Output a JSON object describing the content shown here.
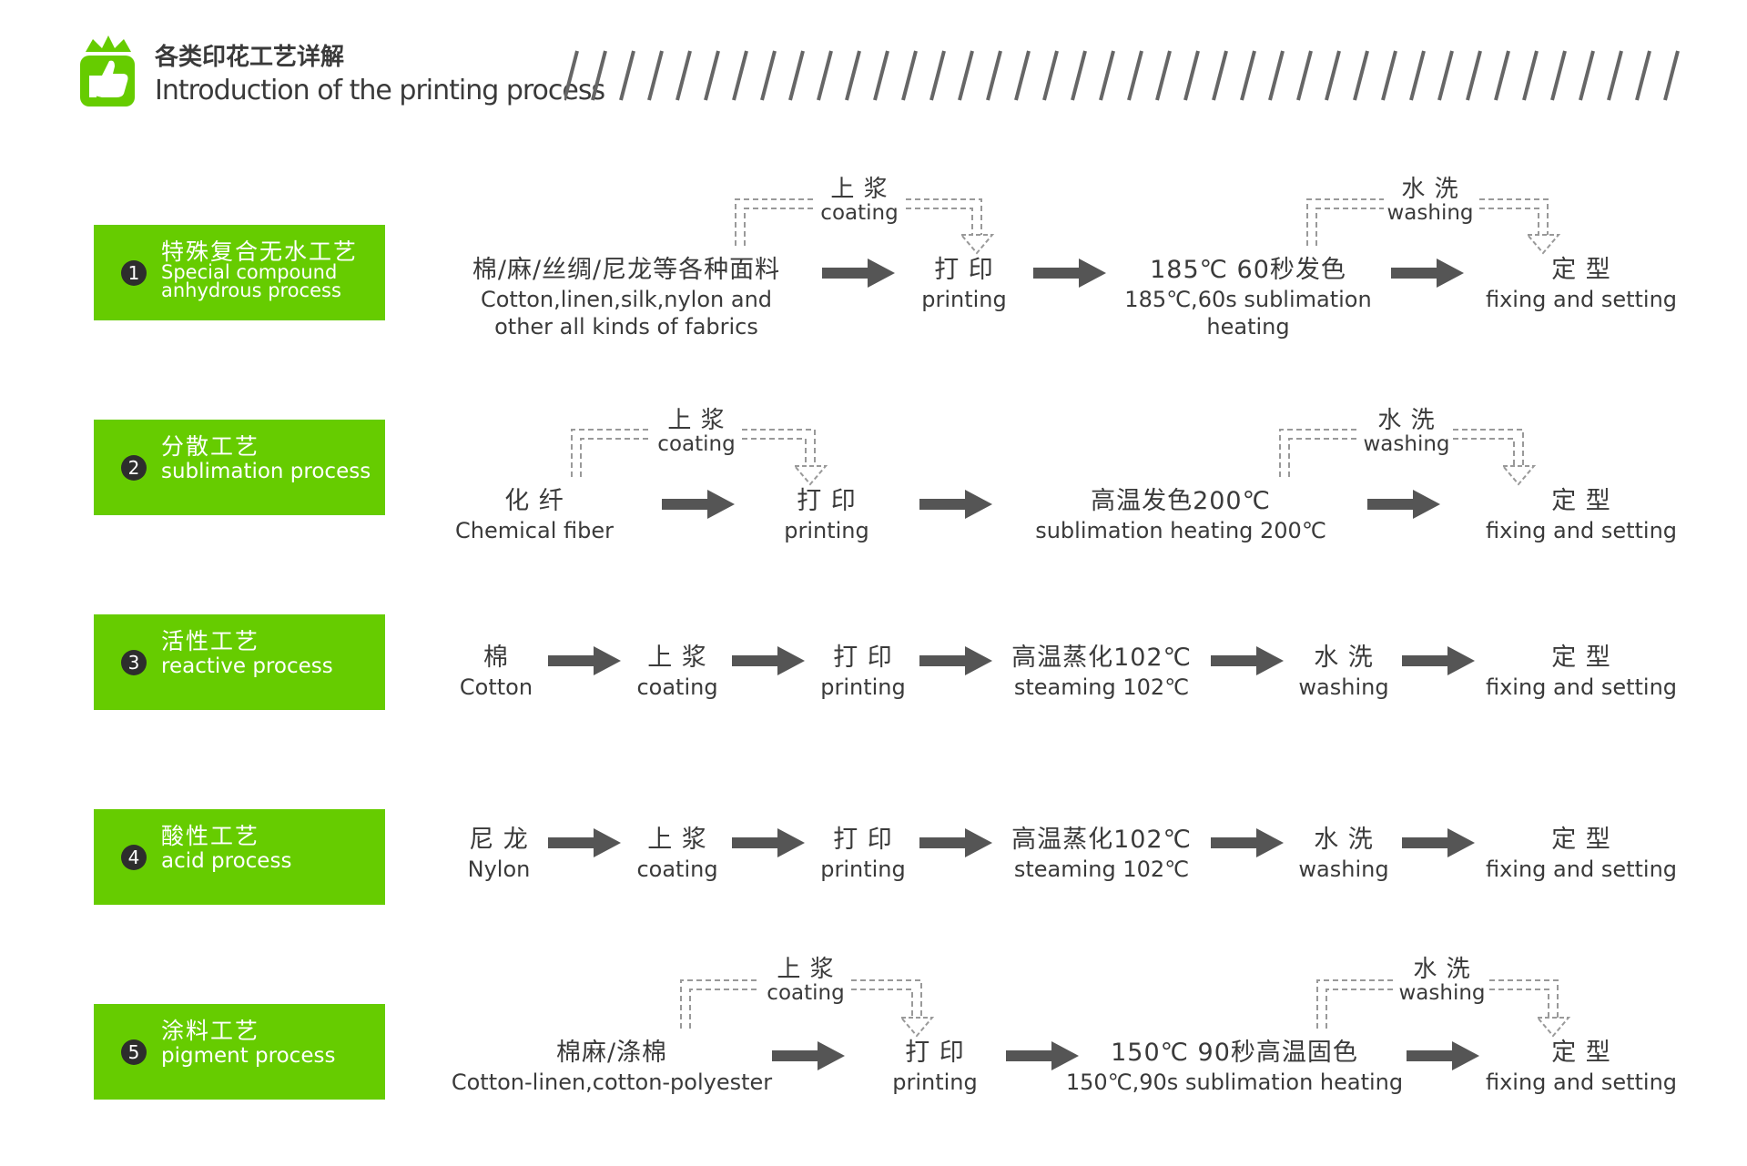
{
  "header": {
    "title_cn": "各类印花工艺详解",
    "title_en": "Introduction of the printing process",
    "icon": "thumbs-up-crown-icon",
    "accent": "#66cc00"
  },
  "processes": [
    {
      "num": "1",
      "label_cn": "特殊复合无水工艺",
      "label_en_1": "Special compound",
      "label_en_2": "anhydrous process",
      "steps": [
        {
          "cn": "棉/麻/丝绸/尼龙等各种面料",
          "en1": "Cotton,linen,silk,nylon and",
          "en2": "other all kinds of fabrics"
        },
        {
          "cn": "打  印",
          "en1": "printing"
        },
        {
          "cn": "185℃ 60秒发色",
          "en1": "185℃,60s sublimation",
          "en2": "heating"
        },
        {
          "cn": "定  型",
          "en1": "fixing and setting"
        }
      ],
      "side_steps": [
        {
          "cn": "上  浆",
          "en": "coating"
        },
        {
          "cn": "水  洗",
          "en": "washing"
        }
      ]
    },
    {
      "num": "2",
      "label_cn": "分散工艺",
      "label_en": "sublimation process",
      "steps": [
        {
          "cn": "化  纤",
          "en1": "Chemical fiber"
        },
        {
          "cn": "打  印",
          "en1": "printing"
        },
        {
          "cn": "高温发色200℃",
          "en1": "sublimation heating 200℃"
        },
        {
          "cn": "定  型",
          "en1": "fixing and setting"
        }
      ],
      "side_steps": [
        {
          "cn": "上  浆",
          "en": "coating"
        },
        {
          "cn": "水  洗",
          "en": "washing"
        }
      ]
    },
    {
      "num": "3",
      "label_cn": "活性工艺",
      "label_en": "reactive process",
      "steps": [
        {
          "cn": "棉",
          "en1": "Cotton"
        },
        {
          "cn": "上  浆",
          "en1": "coating"
        },
        {
          "cn": "打  印",
          "en1": "printing"
        },
        {
          "cn": "高温蒸化102℃",
          "en1": "steaming 102℃"
        },
        {
          "cn": "水  洗",
          "en1": "washing"
        },
        {
          "cn": "定  型",
          "en1": "fixing and setting"
        }
      ]
    },
    {
      "num": "4",
      "label_cn": "酸性工艺",
      "label_en": "acid process",
      "steps": [
        {
          "cn": "尼  龙",
          "en1": "Nylon"
        },
        {
          "cn": "上  浆",
          "en1": "coating"
        },
        {
          "cn": "打  印",
          "en1": "printing"
        },
        {
          "cn": "高温蒸化102℃",
          "en1": "steaming 102℃"
        },
        {
          "cn": "水  洗",
          "en1": "washing"
        },
        {
          "cn": "定  型",
          "en1": "fixing and setting"
        }
      ]
    },
    {
      "num": "5",
      "label_cn": "涂料工艺",
      "label_en": "pigment process",
      "steps": [
        {
          "cn": "棉麻/涤棉",
          "en1": "Cotton-linen,cotton-polyester"
        },
        {
          "cn": "打  印",
          "en1": "printing"
        },
        {
          "cn": "150℃  90秒高温固色",
          "en1": "150℃,90s sublimation heating"
        },
        {
          "cn": "定  型",
          "en1": "fixing and setting"
        }
      ],
      "side_steps": [
        {
          "cn": "上  浆",
          "en": "coating"
        },
        {
          "cn": "水  洗",
          "en": "washing"
        }
      ]
    }
  ],
  "colors": {
    "arrow": "#555555",
    "dashed": "#999999",
    "label_bg": "#66cc00"
  }
}
